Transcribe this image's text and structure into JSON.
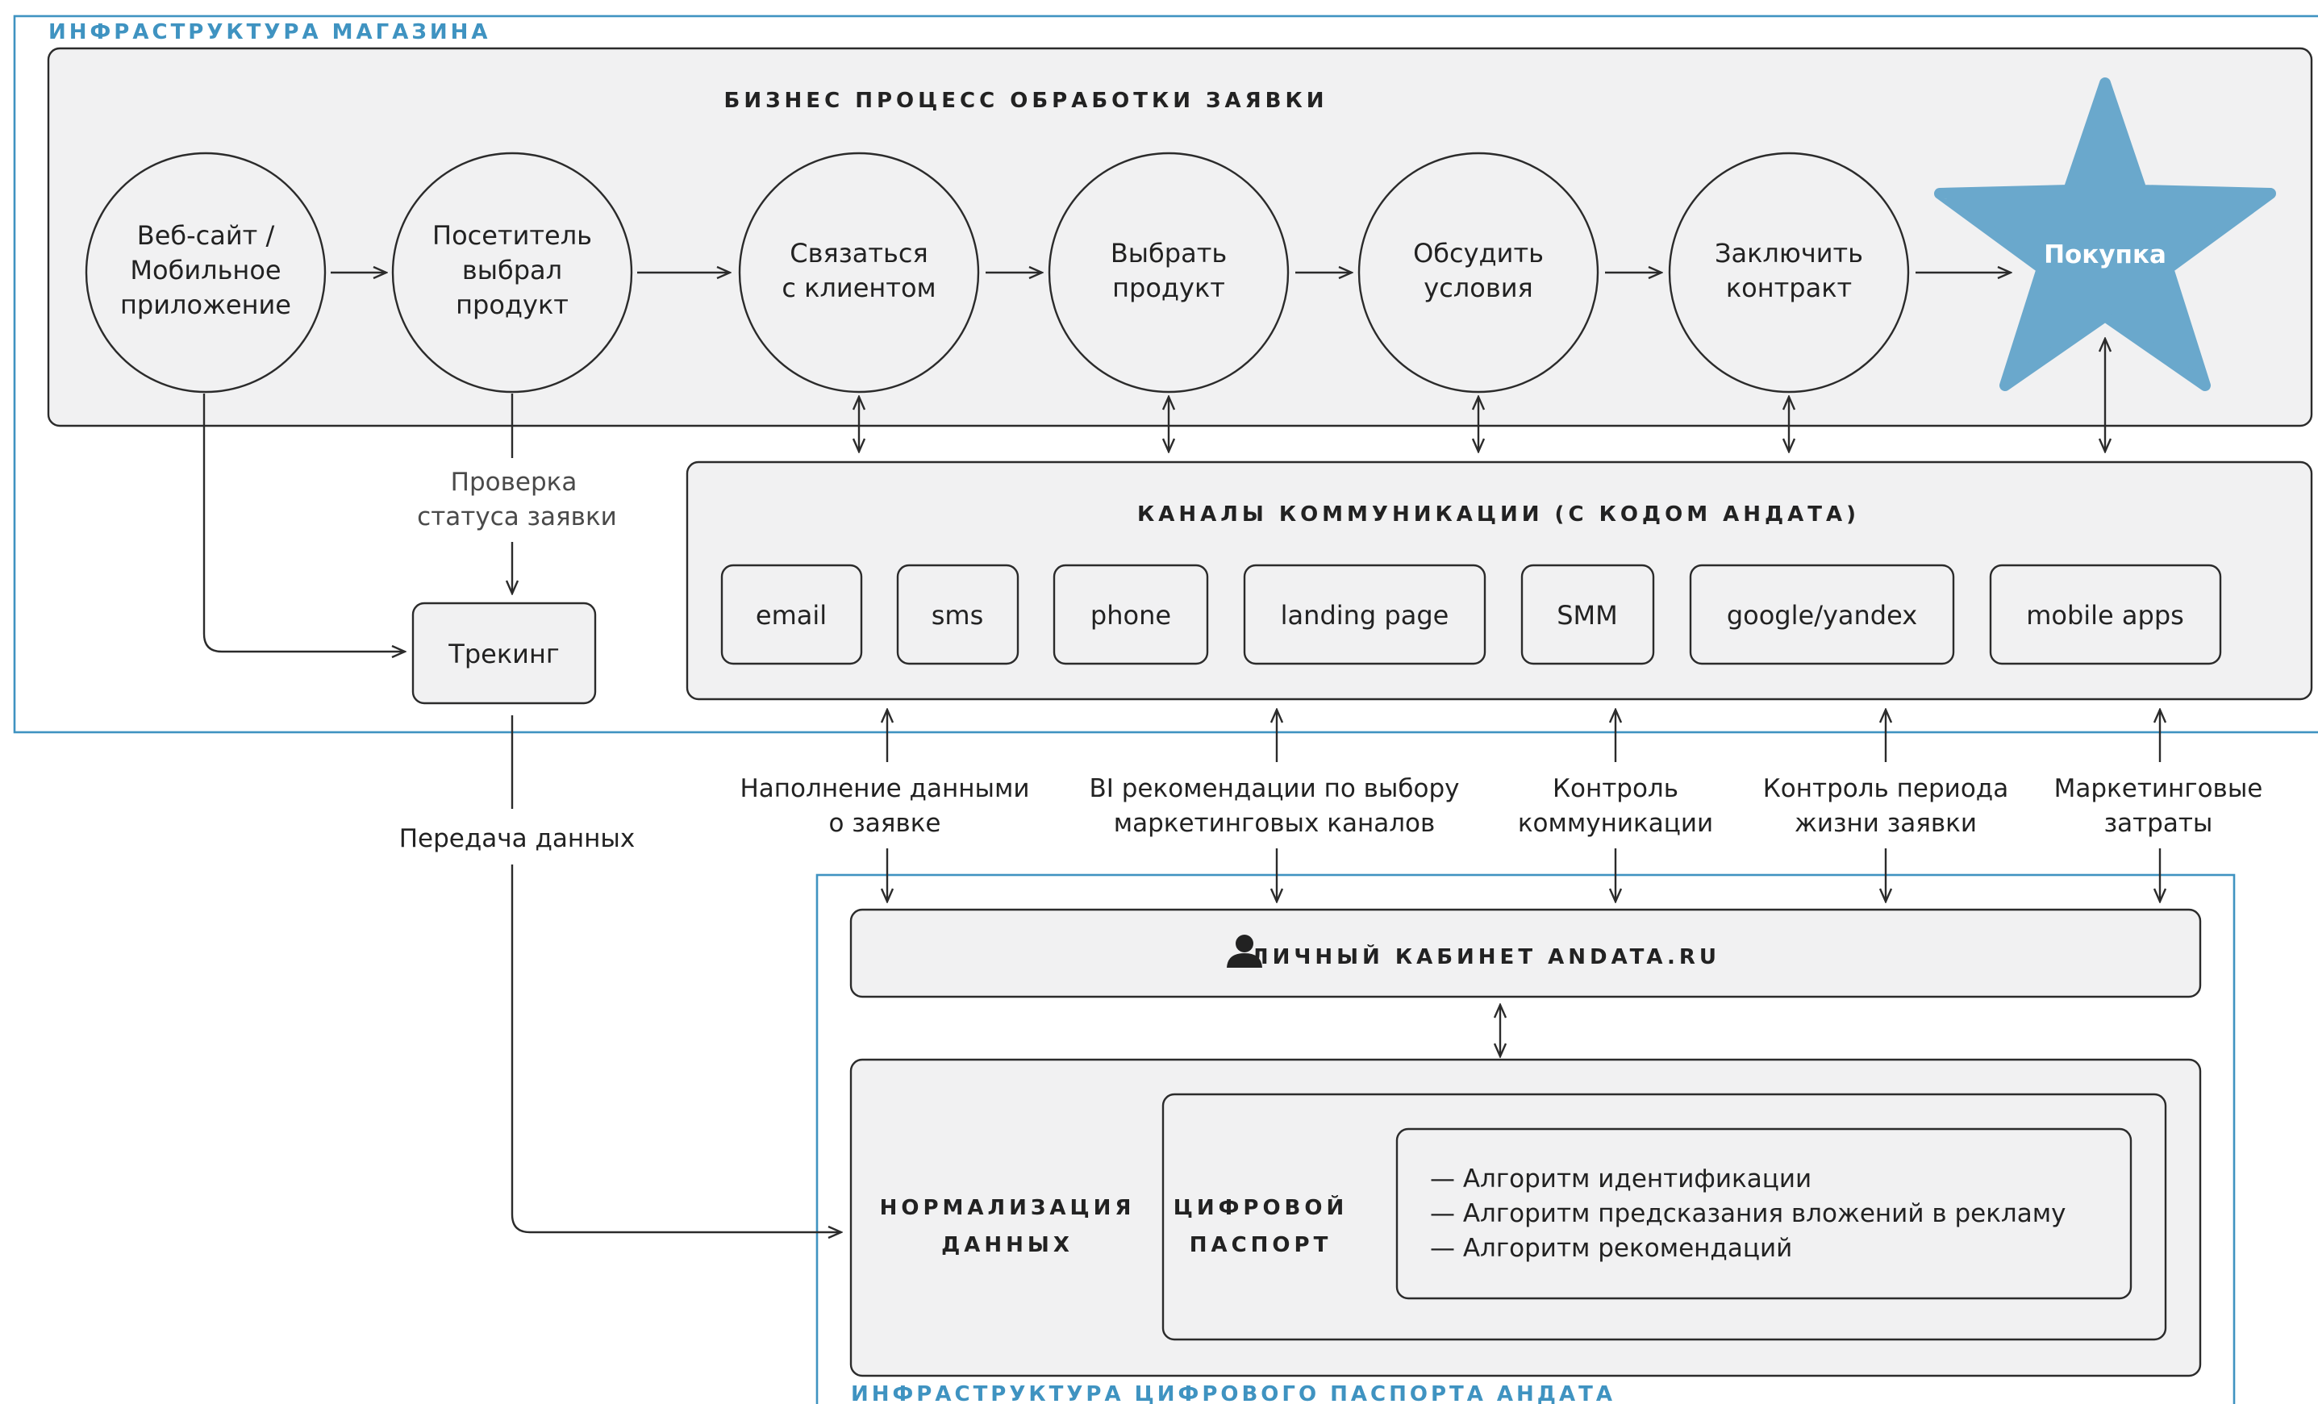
{
  "frames": {
    "store_infrastructure": "ИНФРАСТРУКТУРА МАГАЗИНА",
    "andata_infrastructure": "ИНФРАСТРУКТУРА ЦИФРОВОГО ПАСПОРТА АНДАТА"
  },
  "business_process": {
    "title": "БИЗНЕС ПРОЦЕСС ОБРАБОТКИ ЗАЯВКИ",
    "steps": [
      {
        "lines": [
          "Веб-сайт /",
          "Мобильное",
          "приложение"
        ]
      },
      {
        "lines": [
          "Посетитель",
          "выбрал",
          "продукт"
        ]
      },
      {
        "lines": [
          "Связаться",
          "с клиентом"
        ]
      },
      {
        "lines": [
          "Выбрать",
          "продукт"
        ]
      },
      {
        "lines": [
          "Обсудить",
          "условия"
        ]
      },
      {
        "lines": [
          "Заключить",
          "контракт"
        ]
      }
    ],
    "goal": "Покупка",
    "goal_color": "#6aa8cc"
  },
  "status_check": {
    "line1": "Проверка",
    "line2": "статуса заявки"
  },
  "tracking": {
    "label": "Трекинг"
  },
  "data_transfer": {
    "label": "Передача данных"
  },
  "channels": {
    "title": "КАНАЛЫ КОММУНИКАЦИИ (С КОДОМ АНДАТА)",
    "items": [
      "email",
      "sms",
      "phone",
      "landing page",
      "SMM",
      "google/yandex",
      "mobile apps"
    ]
  },
  "flows": [
    {
      "line1": "Наполнение данными",
      "line2": "о заявке"
    },
    {
      "line1": "BI рекомендации по выбору",
      "line2": "маркетинговых каналов"
    },
    {
      "line1": "Контроль",
      "line2": "коммуникации"
    },
    {
      "line1": "Контроль периода",
      "line2": "жизни заявки"
    },
    {
      "line1": "Маркетинговые",
      "line2": "затраты"
    }
  ],
  "cabinet": {
    "label": "ЛИЧНЫЙ КАБИНЕТ ANDATA.RU",
    "icon": "user-icon"
  },
  "normalization": {
    "line1": "НОРМАЛИЗАЦИЯ",
    "line2": "ДАННЫХ"
  },
  "passport": {
    "line1": "ЦИФРОВОЙ",
    "line2": "ПАСПОРТ"
  },
  "algorithms": [
    "— Алгоритм идентификации",
    "— Алгоритм предсказания вложений в рекламу",
    "— Алгоритм рекомендаций"
  ],
  "colors": {
    "frame": "#3f93c1",
    "box_fill": "#f1f1f2",
    "stroke": "#2b2b2b"
  }
}
